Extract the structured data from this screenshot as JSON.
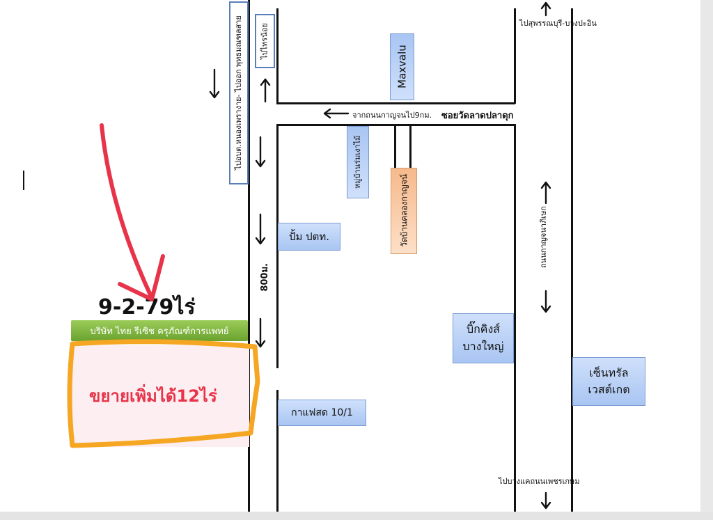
{
  "labels": {
    "to_suphan": "ไปสุพรรณบุรี-บางปะอิน",
    "to_nonthaburi_exit": "ไปอบต.หนองเพรางาย- ไปออก พุทธมณฑลสาย",
    "to_sai_noi": "ไปไทรน้อย",
    "maxvalu": "Maxvalu",
    "from_kanchana": "จากถนนกาญจนไป9กม.",
    "soi_wat": "ซอยวัดลาดปลาดุก",
    "village": "หมู่บ้านร่มเงาไม้",
    "wat_kanchana": "วัดบ้านคลองกาญจน์",
    "kanchana_road": "ถนนกาญจนาภิเษก",
    "ptt_pump": "ปั้ม ปตท.",
    "distance": "800ม.",
    "plot_size": "9-2-79ไร่",
    "company": "บริษัท ไทย รีเซิช ครุภัณฑ์การแพทย์",
    "expand_text": "ขยายเพิ่มได้12ไร่",
    "bigc_line1": "บิ๊กคิงส์",
    "bigc_line2": "บางใหญ่",
    "central_line1": "เซ็นทรัล",
    "central_line2": "เวสต์เกต",
    "coffee": "กาแฟสด 10/1",
    "to_bangkhae": "ไปบางแคถนนเพชรเกษม"
  },
  "colors": {
    "road": "#111111",
    "blue_box": "#b5cdf5",
    "orange_box": "#f9c9a6",
    "company_green": "#7bb13b",
    "highlight_orange": "#f5a623",
    "red_arrow": "#e8344a",
    "expand_text": "#e8344a"
  }
}
